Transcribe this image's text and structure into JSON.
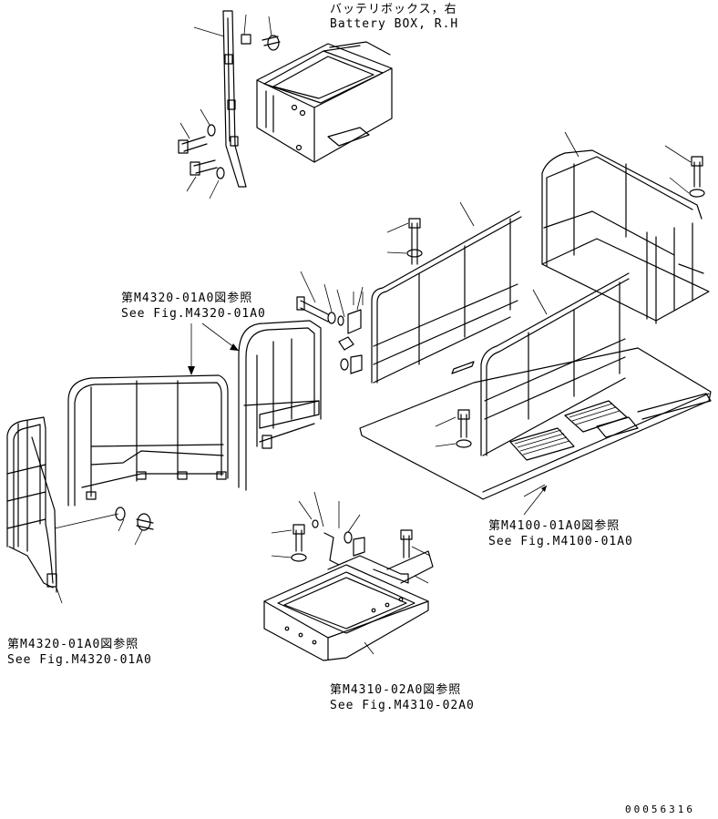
{
  "labels": {
    "battery_jp": "バッテリボックス，右",
    "battery_en": "Battery BOX, R.H",
    "ref_m4320_top_jp": "第M4320-01A0図参照",
    "ref_m4320_top_en": "See Fig.M4320-01A0",
    "ref_m4320_bottom_jp": "第M4320-01A0図参照",
    "ref_m4320_bottom_en": "See Fig.M4320-01A0",
    "ref_m4100_jp": "第M4100-01A0図参照",
    "ref_m4100_en": "See Fig.M4100-01A0",
    "ref_m4310_jp": "第M4310-02A0図参照",
    "ref_m4310_en": "See Fig.M4310-02A0",
    "drawing_number": "00056316"
  }
}
